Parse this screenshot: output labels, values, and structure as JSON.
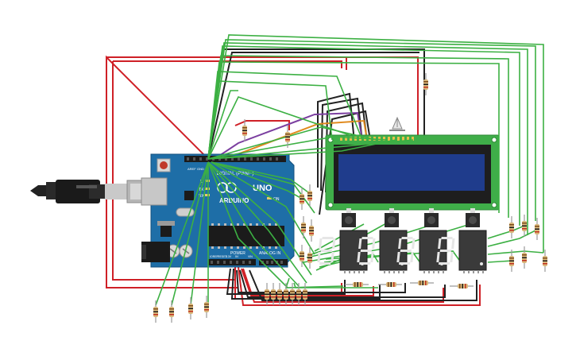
{
  "board": {
    "brand": "ARDUINO",
    "model": "UNO",
    "digital_label": "DIGITAL (PWM~)",
    "analog_label": "ANALOG IN",
    "power_label": "POWER",
    "tx_label": "TX",
    "rx_label": "RX",
    "l_label": "L",
    "on_label": "ON",
    "aref_label": "AREF",
    "gnd_label": "GND",
    "ioref_label": "IOREF",
    "reset_label": "RESET",
    "v33_label": "3.3V",
    "v5_label": "5V",
    "vin_label": "VIN"
  },
  "displays": {
    "digit": "8."
  },
  "colors": {
    "board": "#1e6ea7",
    "lcd_pcb": "#3fae49",
    "lcd_screen": "#1f3c8c",
    "wire_green": "#3cb043",
    "wire_red": "#cf2027",
    "wire_black": "#222222",
    "wire_purple": "#7b3fa0",
    "wire_orange": "#e08a1e",
    "seg_display": "#3a3a3a",
    "seg_on": "#e6e6e6"
  }
}
